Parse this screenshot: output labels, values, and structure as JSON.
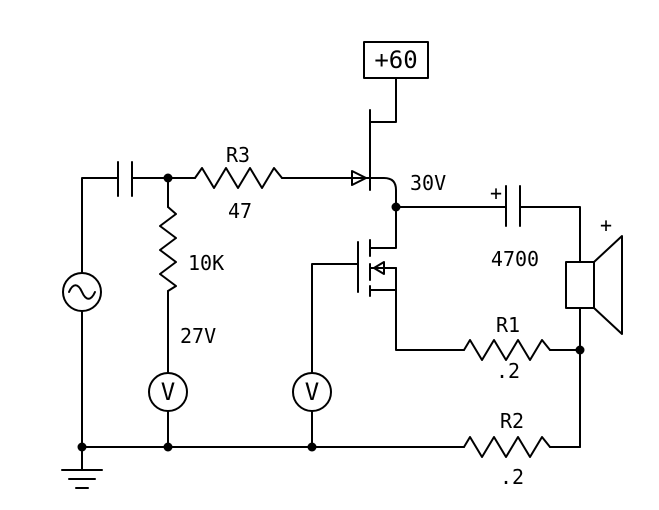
{
  "supply": {
    "label": "+60"
  },
  "labels": {
    "r3_name": "R3",
    "r3_value": "47",
    "r_bias_value": "10K",
    "v_left": "27V",
    "v_mid": "30V",
    "cap_plus": "+",
    "cap_value": "4700",
    "spk_plus": "+",
    "r1_name": "R1",
    "r1_value": ".2",
    "r2_name": "R2",
    "r2_value": ".2"
  },
  "meters": {
    "left": "V",
    "right": "V"
  }
}
